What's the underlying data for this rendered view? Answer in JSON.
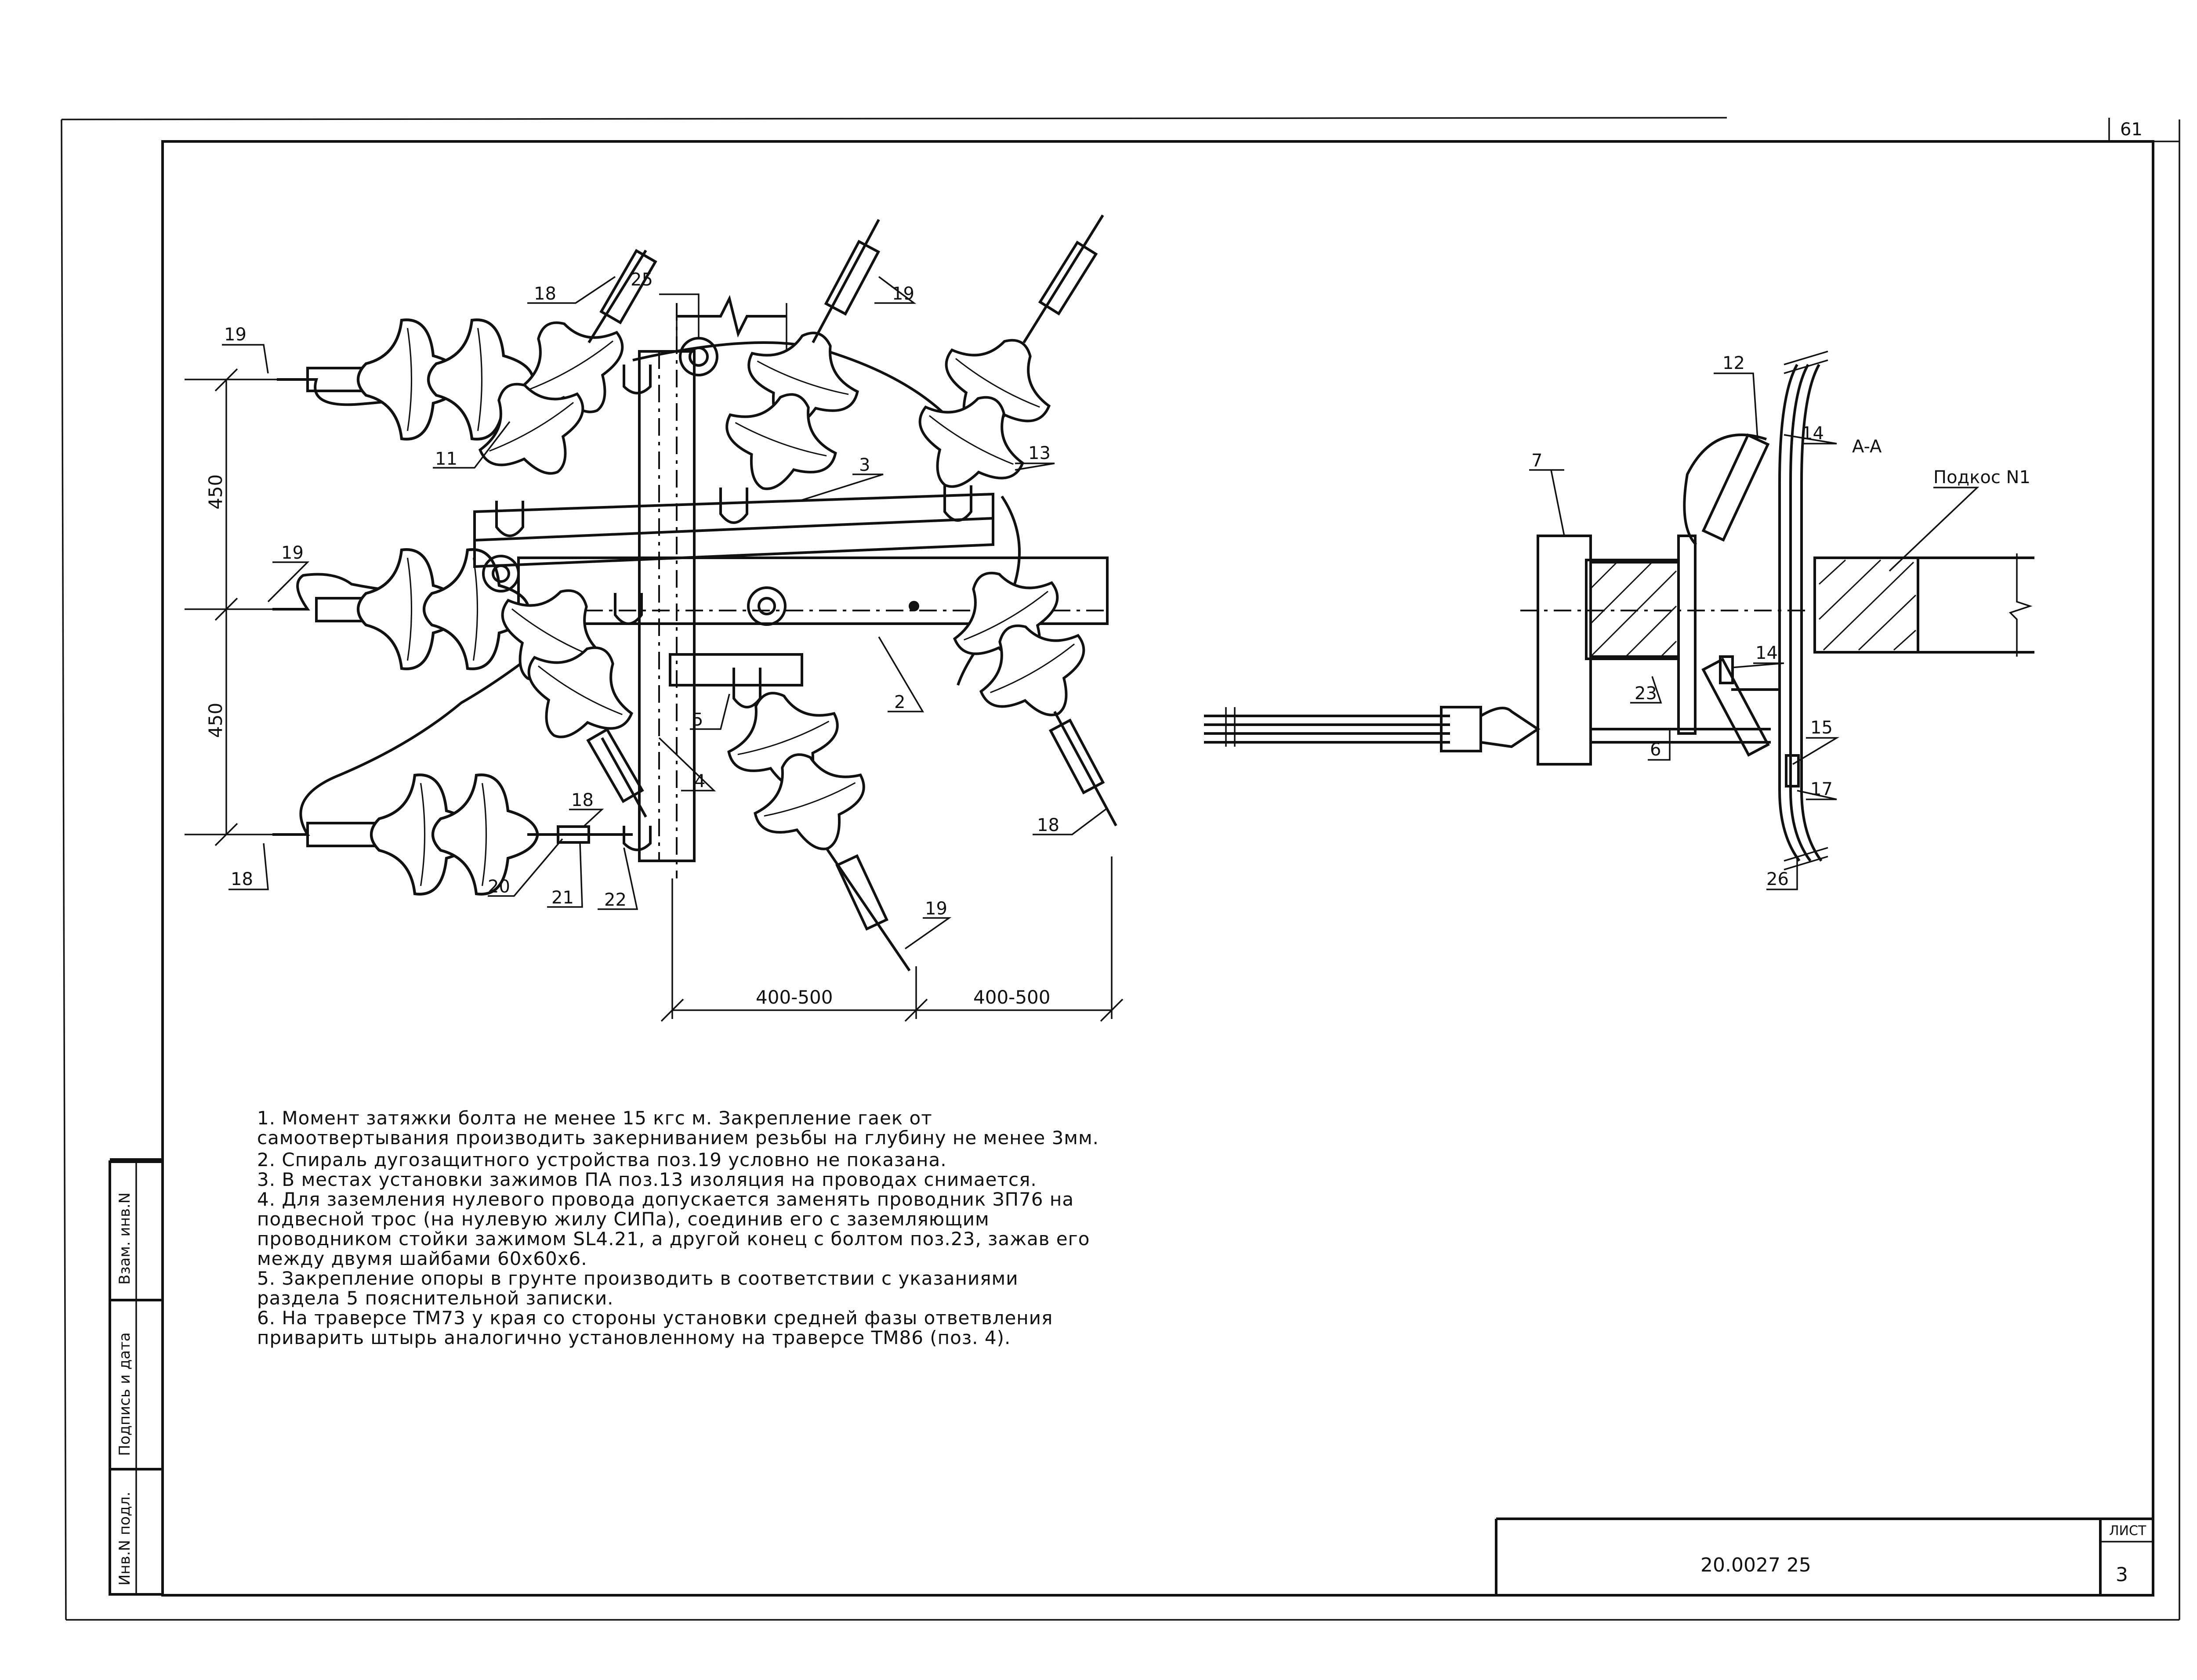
{
  "sheet": {
    "page_number": "61",
    "doc_code": "20.0027 25",
    "list_label": "ЛИСТ",
    "list_number": "3"
  },
  "side_stamp": {
    "inv_podl": "Инв.N подл.",
    "podpis_data": "Подпись и дата",
    "vzam_inv": "Взам. инв.N"
  },
  "main_view": {
    "positions": {
      "p18a": "18",
      "p25": "25",
      "p19a": "19",
      "p19b": "19",
      "p11": "11",
      "p3": "3",
      "p13": "13",
      "p19c": "19",
      "p5": "5",
      "p2": "2",
      "p4": "4",
      "p18b": "18",
      "p18c": "18",
      "p20": "20",
      "p21": "21",
      "p22": "22",
      "p18d": "18",
      "p19d": "19"
    },
    "dimensions": {
      "v450a": "450",
      "v450b": "450",
      "h400a": "400-500",
      "h400b": "400-500"
    }
  },
  "section_view": {
    "title": "A-A",
    "podkos": "Подкос N1",
    "positions": {
      "p12": "12",
      "p14a": "14",
      "p7": "7",
      "p14b": "14",
      "p23": "23",
      "p6": "6",
      "p15": "15",
      "p17": "17",
      "p26": "26"
    }
  },
  "notes": [
    "1. Момент затяжки болта не менее 15 кгс м. Закрепление гаек от",
    "самоотвертывания производить закерниванием резьбы на глубину не менее 3мм.",
    "2. Спираль дугозащитного устройства поз.19 условно не показана.",
    "3. В местах установки зажимов ПА поз.13 изоляция на проводах снимается.",
    "4. Для заземления нулевого провода допускается заменять проводник ЗП76 на",
    "подвесной трос (на нулевую жилу СИПа), соединив его с заземляющим",
    "проводником стойки зажимом SL4.21, а другой конец с болтом поз.23, зажав его",
    "между двумя шайбами 60х60х6.",
    "5. Закрепление опоры в грунте производить в соответствии с указаниями",
    "раздела 5 пояснительной записки.",
    "6. На траверсе ТМ73 у края со стороны установки средней фазы ответвления",
    "приварить штырь аналогично установленному на траверсе ТМ86 (поз. 4)."
  ]
}
